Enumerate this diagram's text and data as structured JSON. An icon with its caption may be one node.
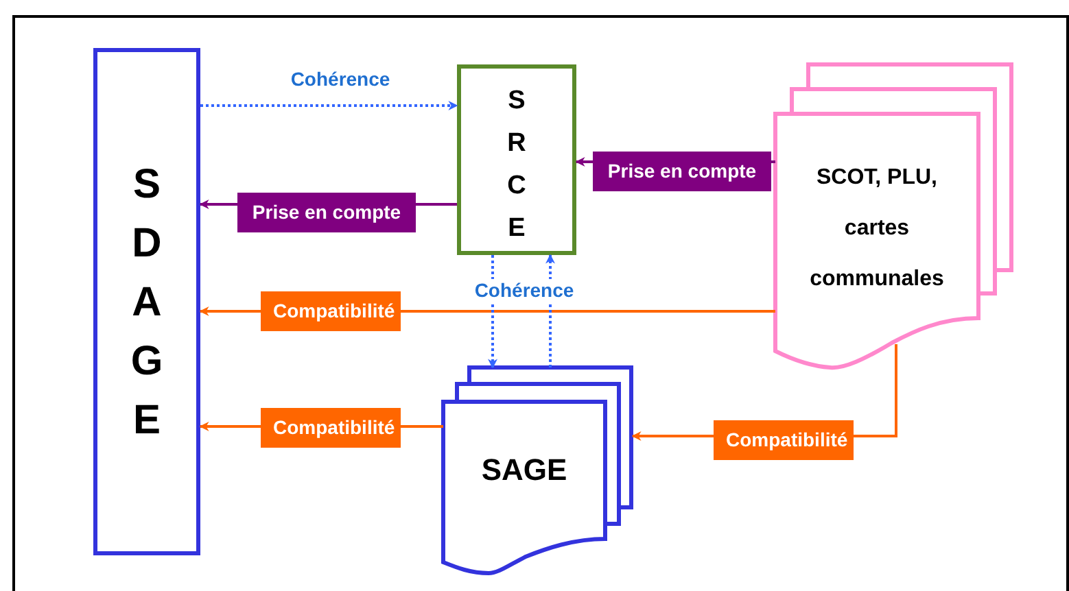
{
  "diagram": {
    "nodes": [
      {
        "text": [
          "SDAGE"
        ]
      },
      {
        "text": [
          "SRCE"
        ]
      },
      {
        "text": [
          "SCOT, PLU, cartes communales"
        ]
      },
      {
        "text": [
          "SAGE"
        ]
      }
    ],
    "edges": [
      {
        "from": 0,
        "to": 1,
        "arrow": "to",
        "label": "Cohérence",
        "style": "dashed",
        "color": "#3366ff"
      },
      {
        "from": 1,
        "to": 0,
        "arrow": "to",
        "label": "Prise en compte",
        "color": "#800080"
      },
      {
        "from": 2,
        "to": 1,
        "arrow": "to",
        "label": "Prise en compte",
        "color": "#800080"
      },
      {
        "from": 2,
        "to": 0,
        "arrow": "to",
        "label": "Compatibilité",
        "color": "#ff6600"
      },
      {
        "from": 3,
        "to": 0,
        "arrow": "to",
        "label": "Compatibilité",
        "color": "#ff6600"
      },
      {
        "from": 2,
        "to": 3,
        "arrow": "to",
        "label": "Compatibilité",
        "color": "#ff6600"
      },
      {
        "from": 1,
        "to": 3,
        "arrow": "to",
        "label": "Cohérence",
        "style": "dashed",
        "color": "#3366ff"
      },
      {
        "from": 3,
        "to": 1,
        "arrow": "to",
        "style": "dashed",
        "color": "#3366ff"
      }
    ]
  }
}
